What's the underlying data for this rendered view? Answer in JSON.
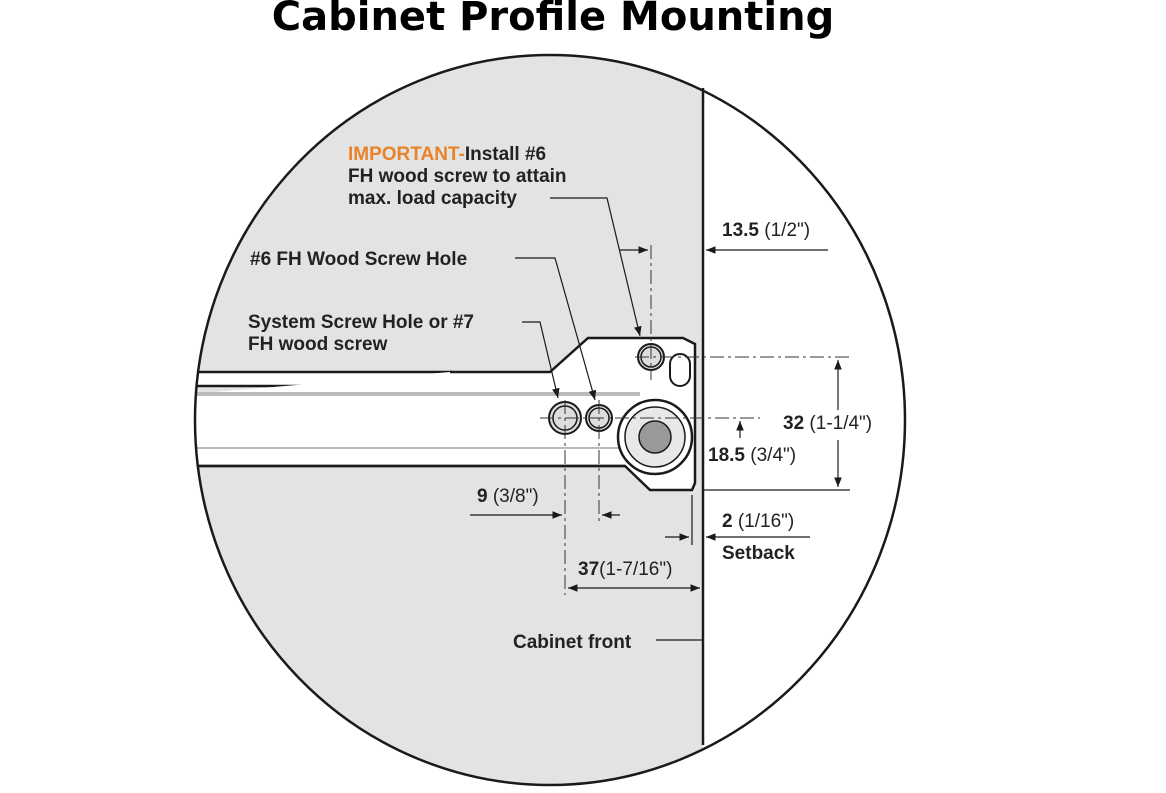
{
  "title": "Cabinet Profile Mounting",
  "colors": {
    "important": "#e8832a",
    "cabinet": "#e3e3e3",
    "line": "#1a1a1a"
  },
  "labels": {
    "important_prefix": "IMPORTANT-",
    "important_line1": "Install #6",
    "important_line2": "FH wood screw to attain",
    "important_line3": "max. load capacity",
    "fh_hole": "#6 FH Wood Screw Hole",
    "system_line1": "System Screw Hole or #7",
    "system_line2": "FH wood screw",
    "cabinet_front": "Cabinet front",
    "setback": "Setback"
  },
  "dimensions": {
    "d13_5": {
      "value": "13.5",
      "inch": "(1/2\")"
    },
    "d32": {
      "value": "32",
      "inch": "(1-1/4\")"
    },
    "d18_5": {
      "value": "18.5",
      "inch": "(3/4\")"
    },
    "d2": {
      "value": "2",
      "inch": "(1/16\")"
    },
    "d9": {
      "value": "9",
      "inch": "(3/8\")"
    },
    "d37": {
      "value": "37",
      "inch": "(1-7/16\")"
    }
  }
}
